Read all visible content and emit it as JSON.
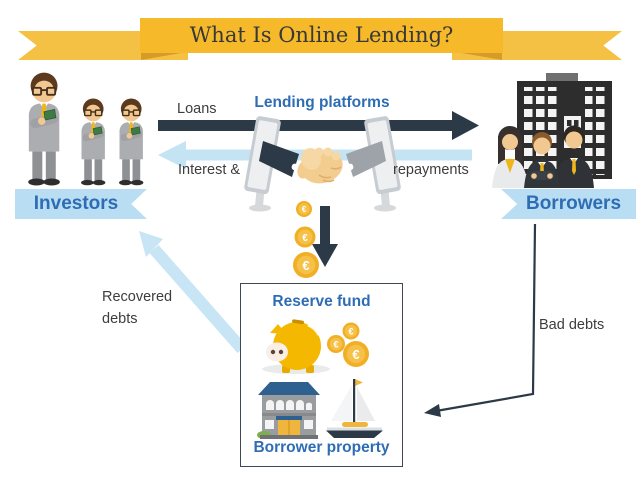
{
  "banner": {
    "title": "What Is Online Lending?"
  },
  "center": {
    "platforms_label": "Lending platforms",
    "loans_label": "Loans",
    "interest_label_left": "Interest &",
    "interest_label_right": "repayments"
  },
  "investors": {
    "label": "Investors"
  },
  "borrowers": {
    "label": "Borrowers"
  },
  "flows": {
    "recovered_line1": "Recovered",
    "recovered_line2": "debts",
    "bad_debts_label": "Bad debts"
  },
  "reserve": {
    "title": "Reserve fund",
    "caption": "Borrower property"
  },
  "currency": {
    "symbol": "€"
  },
  "colors": {
    "banner_gold": "#f5b92a",
    "banner_wing_gold": "#f4c145",
    "banner_fold": "#d79b28",
    "ribbon_blue": "#b9ddf2",
    "label_blue": "#2e6db4",
    "dark_slate": "#2b3a46",
    "arrow_light_blue": "#c4e4f4",
    "coin_gold": "#f1af25",
    "text_gray": "#3d3d3d"
  }
}
